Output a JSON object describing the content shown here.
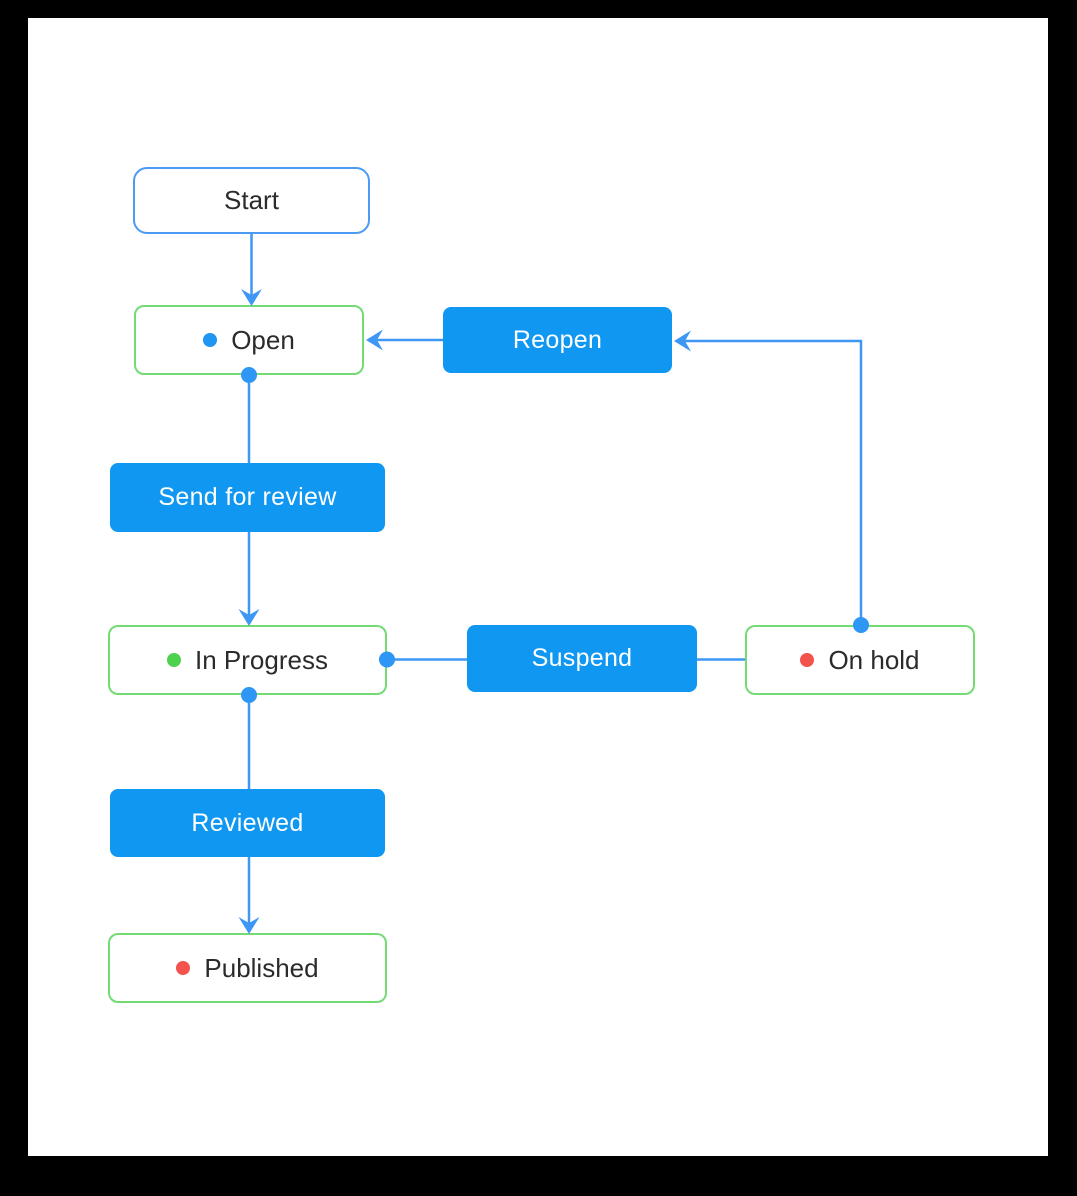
{
  "diagram": {
    "nodes": {
      "start": {
        "label": "Start",
        "kind": "start-state"
      },
      "open": {
        "label": "Open",
        "kind": "state",
        "status_color": "#1e96f2"
      },
      "in_progress": {
        "label": "In Progress",
        "kind": "state",
        "status_color": "#4ed24e"
      },
      "on_hold": {
        "label": "On hold",
        "kind": "state",
        "status_color": "#f2544d"
      },
      "published": {
        "label": "Published",
        "kind": "state",
        "status_color": "#f2544d"
      }
    },
    "transitions": {
      "start_to_open": {
        "label": "",
        "from": "Start",
        "to": "Open"
      },
      "send_for_review": {
        "label": "Send for review",
        "from": "Open",
        "to": "In Progress"
      },
      "reviewed": {
        "label": "Reviewed",
        "from": "In Progress",
        "to": "Published"
      },
      "suspend": {
        "label": "Suspend",
        "from": "In Progress",
        "to": "On hold"
      },
      "reopen": {
        "label": "Reopen",
        "from": "On hold",
        "to": "Open"
      }
    },
    "colors": {
      "frame_background": "#000000",
      "canvas_background": "#ffffff",
      "action_fill": "#0f97f2",
      "action_text": "#ffffff",
      "connector": "#3e97f4",
      "state_border_green": "#74db74",
      "start_border_blue": "#4b9af3",
      "state_text": "#2b2b2e",
      "status_blue": "#1e96f2",
      "status_green": "#4ed24e",
      "status_red": "#f2544d"
    }
  }
}
